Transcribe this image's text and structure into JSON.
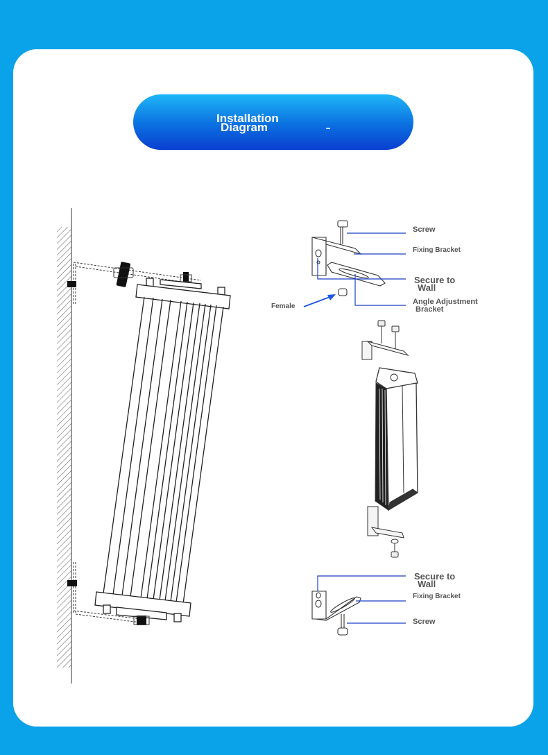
{
  "header": {
    "title_line1": "Installation",
    "title_line2": "Diagram"
  },
  "callouts": {
    "screw_top": "Screw",
    "fixing_bracket_top": "Fixing Bracket",
    "secure_top_line1": "Secure to",
    "secure_top_line2": "Wall",
    "angle_line1": "Angle Adjustment",
    "angle_line2": "Bracket",
    "female": "Female",
    "secure_bottom_line1": "Secure to",
    "secure_bottom_line2": "Wall",
    "fixing_bracket_bottom": "Fixing Bracket",
    "screw_bottom": "Screw"
  },
  "colors": {
    "background": "#0aa2e9",
    "leader_line": "#1a3fc4",
    "arrow": "#1a56e0",
    "label_text": "#555555"
  },
  "icons": {
    "pointer": "arrow-right-icon"
  }
}
